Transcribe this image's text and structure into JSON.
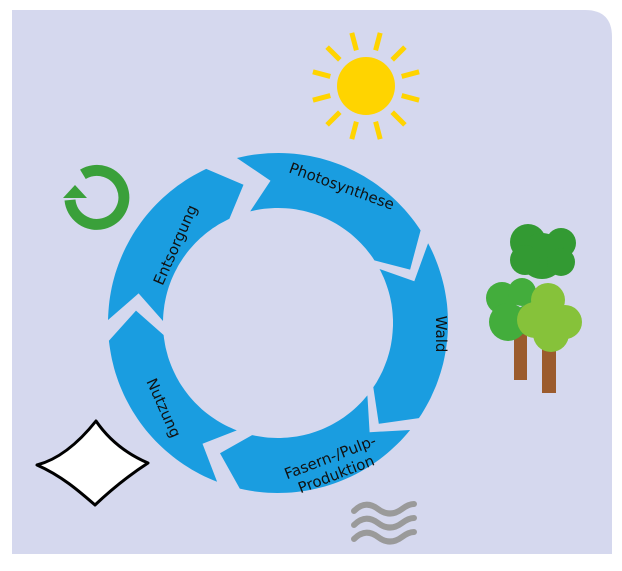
{
  "colors": {
    "background": "#d5d8ee",
    "arrow": "#1a9de0",
    "sun": "#ffd400",
    "recycle": "#3aa03a",
    "tree_dark": "#339a33",
    "tree_mid": "#43ad3c",
    "tree_light": "#86c23a",
    "trunk": "#9b5b2d",
    "fiber": "#9a9a9a",
    "paper_fill": "#ffffff",
    "paper_stroke": "#000000"
  },
  "cycle": {
    "stages": [
      {
        "id": "photosynthese",
        "label": "Photosynthese"
      },
      {
        "id": "wald",
        "label": "Wald"
      },
      {
        "id": "fasern",
        "label_line1": "Fasern-/Pulp-",
        "label_line2": "Produktion"
      },
      {
        "id": "nutzung",
        "label": "Nutzung"
      },
      {
        "id": "entsorgung",
        "label": "Entsorgung"
      }
    ]
  },
  "icons": [
    "sun-icon",
    "tree-group-icon",
    "fiber-waves-icon",
    "paper-sheet-icon",
    "recycle-icon"
  ]
}
